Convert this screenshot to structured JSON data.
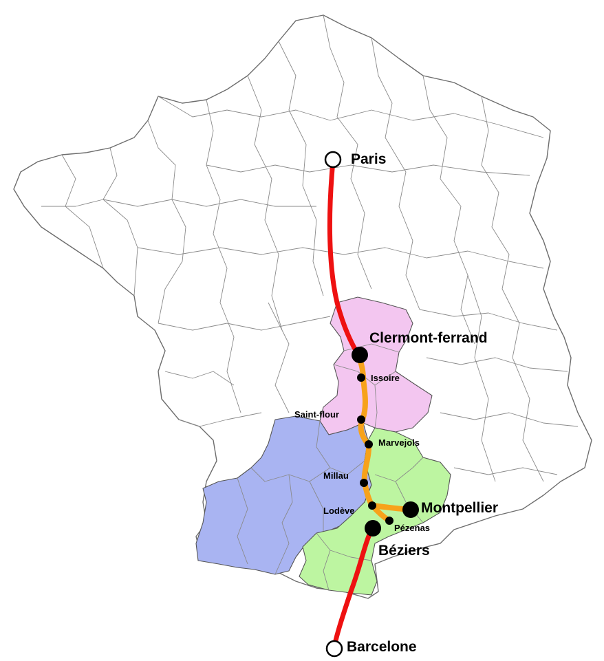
{
  "colors": {
    "route_main": "#ee1111",
    "route_local": "#f7a21b",
    "region_auvergne": "#f3c6f0",
    "region_midi_pyrenees": "#a9b4f2",
    "region_languedoc": "#bdf5a1",
    "city_dot": "#000000",
    "terminal_fill": "#ffffff"
  },
  "cities": {
    "paris": "Paris",
    "clermont": "Clermont-ferrand",
    "issoire": "Issoire",
    "saint_flour": "Saint-flour",
    "marvejols": "Marvejols",
    "millau": "Millau",
    "lodeve": "Lodève",
    "montpellier": "Montpellier",
    "pezenas": "Pézenas",
    "beziers": "Béziers",
    "barcelone": "Barcelone"
  }
}
